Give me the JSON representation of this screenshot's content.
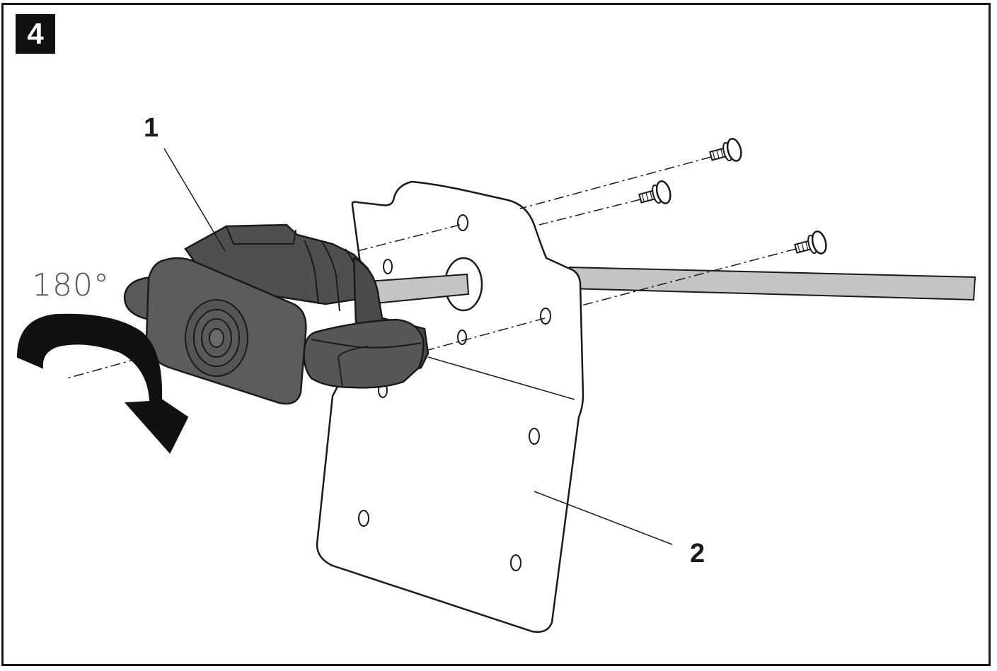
{
  "step": {
    "number": "4"
  },
  "labels": {
    "part_1": "1",
    "part_2": "2",
    "rotation": "180°"
  },
  "colors": {
    "outline": "#1a1a1a",
    "component_fill": "#5a5a5a",
    "component_dark": "#3f3f3f",
    "cable_fill": "#bdbdbd",
    "arrow_fill": "#111111"
  },
  "icons": {
    "rotation": "curved-arrow-icon",
    "screw": "screw-icon"
  }
}
